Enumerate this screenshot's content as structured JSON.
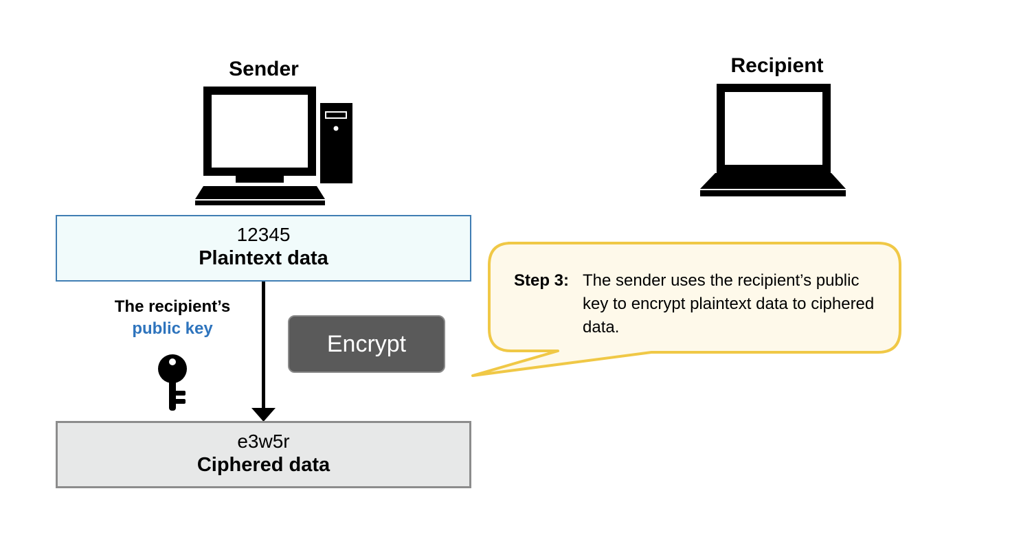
{
  "sender": {
    "title": "Sender",
    "icon": "desktop-computer-icon"
  },
  "recipient": {
    "title": "Recipient",
    "icon": "laptop-icon"
  },
  "plaintext": {
    "value": "12345",
    "label": "Plaintext data"
  },
  "ciphertext": {
    "value": "e3w5r",
    "label": "Ciphered data"
  },
  "key": {
    "line1": "The recipient’s",
    "line2": "public key",
    "icon": "key-icon"
  },
  "action": {
    "label": "Encrypt"
  },
  "callout": {
    "step": "Step 3:",
    "text": "The sender uses the recipient’s public key to encrypt plaintext data to ciphered data."
  },
  "colors": {
    "plaintext_fill": "#f1fbfb",
    "plaintext_border": "#3f7db3",
    "cipher_fill": "#e7e8e8",
    "cipher_border": "#8c8c8c",
    "key_label_blue": "#2e74bd",
    "button_fill": "#5a5a5a",
    "callout_fill": "#fef9ea",
    "callout_border": "#f0c846"
  }
}
